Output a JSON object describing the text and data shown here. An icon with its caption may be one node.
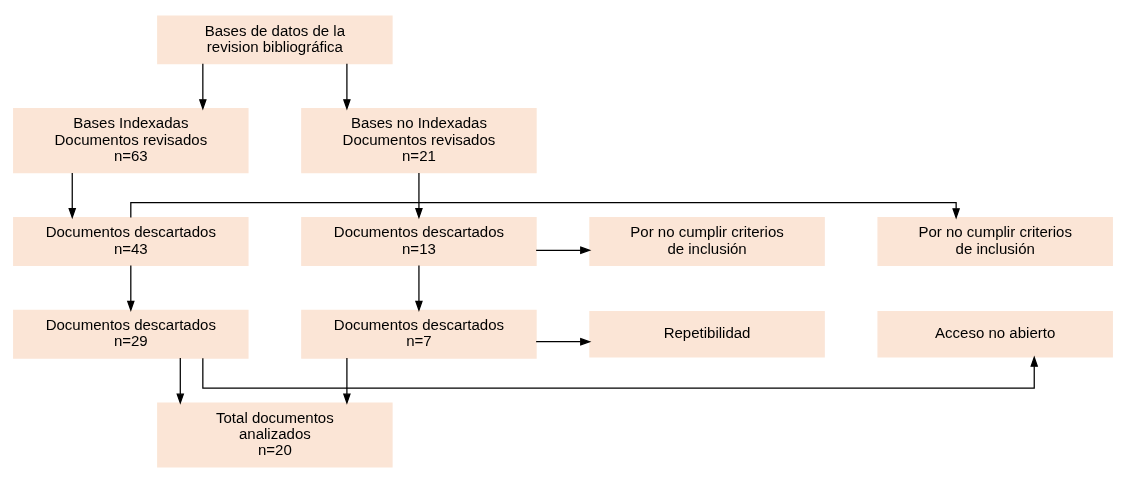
{
  "diagram": {
    "nodes": [
      {
        "text": [
          "Bases de datos de la revision bibliográfica"
        ]
      },
      {
        "text": [
          "Bases Indexadas",
          "Documentos revisados",
          "n=63"
        ]
      },
      {
        "text": [
          "Bases no Indexadas",
          "Documentos revisados",
          "n=21"
        ]
      },
      {
        "text": [
          "Por no cumplir criterios de inclusión"
        ]
      },
      {
        "text": [
          "Documentos descartados",
          "n=43"
        ]
      },
      {
        "text": [
          "Documentos descartados",
          "n=13"
        ]
      },
      {
        "text": [
          "Por no cumplir criterios de inclusión"
        ]
      },
      {
        "text": [
          "Acceso no abierto"
        ]
      },
      {
        "text": [
          "Documentos descartados",
          "n=29"
        ]
      },
      {
        "text": [
          "Documentos descartados",
          "n=7"
        ]
      },
      {
        "text": [
          "Repetibilidad"
        ]
      },
      {
        "text": [
          "Total documentos analizados",
          "n=20"
        ]
      }
    ],
    "edges": [
      {
        "from": 0,
        "to": 1,
        "arrow": "to"
      },
      {
        "from": 0,
        "to": 2,
        "arrow": "to"
      },
      {
        "from": 1,
        "to": 4,
        "arrow": "to"
      },
      {
        "from": 2,
        "to": 5,
        "arrow": "to"
      },
      {
        "from": 4,
        "to": 3,
        "arrow": "to"
      },
      {
        "from": 5,
        "to": 6,
        "arrow": "to"
      },
      {
        "from": 4,
        "to": 8,
        "arrow": "to"
      },
      {
        "from": 5,
        "to": 9,
        "arrow": "to"
      },
      {
        "from": 8,
        "to": 7,
        "arrow": "to"
      },
      {
        "from": 9,
        "to": 10,
        "arrow": "to"
      },
      {
        "from": 8,
        "to": 11,
        "arrow": "to"
      },
      {
        "from": 9,
        "to": 11,
        "arrow": "to"
      }
    ]
  }
}
